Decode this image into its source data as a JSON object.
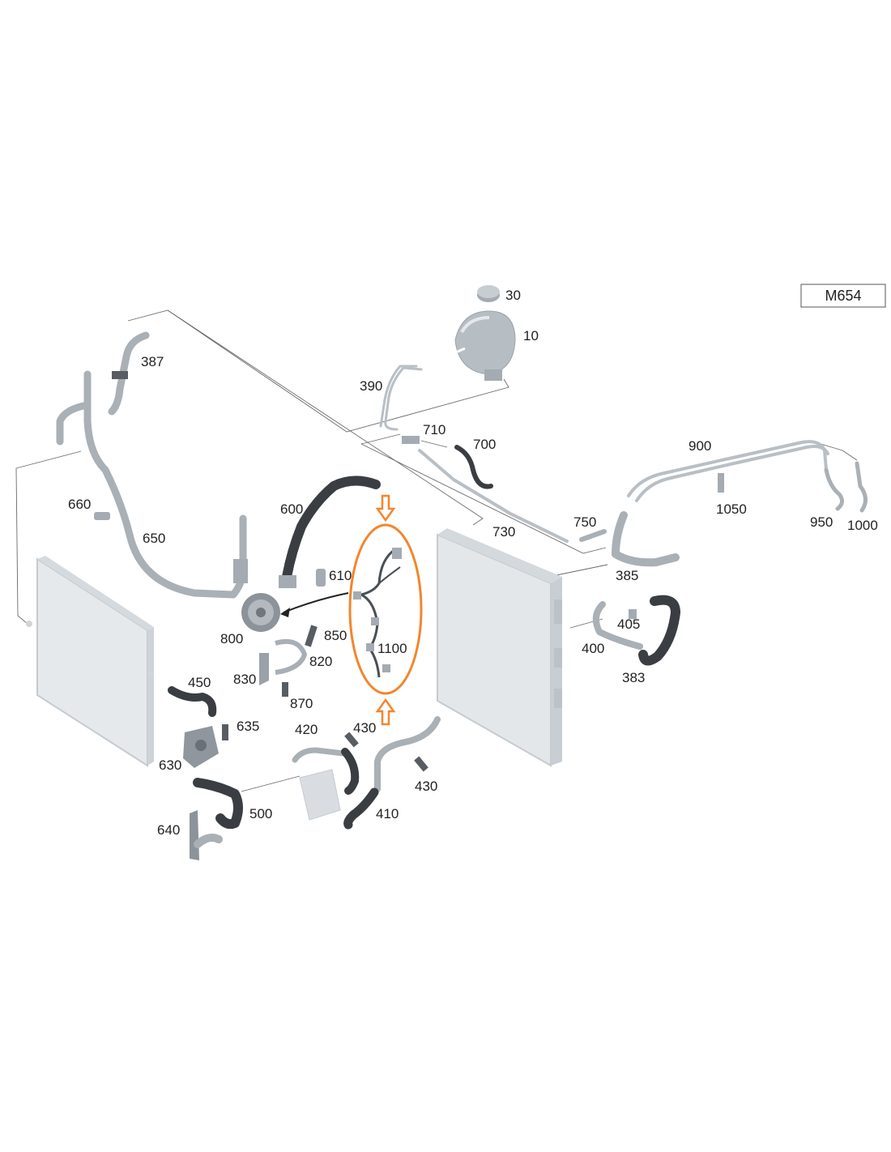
{
  "engine_code": "M654",
  "colors": {
    "highlight": "#F2862E",
    "part_light": "#C8CDD2",
    "part_dark": "#3A3E42",
    "leader_line": "#6A6A6A"
  },
  "highlighted_part": "1100",
  "callouts": {
    "p30": "30",
    "p10": "10",
    "p387": "387",
    "p390": "390",
    "p710": "710",
    "p700": "700",
    "p900": "900",
    "p660": "660",
    "p600": "600",
    "p650": "650",
    "p1050": "1050",
    "p730": "730",
    "p750": "750",
    "p950": "950",
    "p1000": "1000",
    "p610": "610",
    "p385": "385",
    "p405": "405",
    "p800": "800",
    "p850": "850",
    "p400": "400",
    "p1100": "1100",
    "p820": "820",
    "p830": "830",
    "p383": "383",
    "p450": "450",
    "p870": "870",
    "p635": "635",
    "p420": "420",
    "p430a": "430",
    "p630": "630",
    "p430b": "430",
    "p500": "500",
    "p410": "410",
    "p640": "640"
  }
}
